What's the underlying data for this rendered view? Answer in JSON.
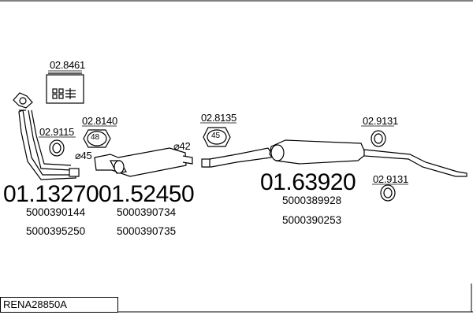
{
  "diagram_code": "RENA28850A",
  "parts": {
    "front_pipe": {
      "number": "01.13270",
      "oem": [
        "5000390144",
        "5000395250"
      ]
    },
    "middle_silencer": {
      "number": "01.52450",
      "oem": [
        "5000390734",
        "5000390735"
      ]
    },
    "rear_silencer": {
      "number": "01.63920",
      "oem": [
        "5000389928",
        "5000390253"
      ]
    }
  },
  "accessories": {
    "mounting_kit": "02.8461",
    "front_ring": "02.9115",
    "gasket_1": "02.8140",
    "gasket_1_size": "48",
    "gasket_2": "02.8135",
    "gasket_2_size": "45",
    "rear_ring_1": "02.9131",
    "rear_ring_2": "02.9131"
  },
  "diameters": {
    "d1": "⌀45",
    "d2": "⌀42"
  }
}
